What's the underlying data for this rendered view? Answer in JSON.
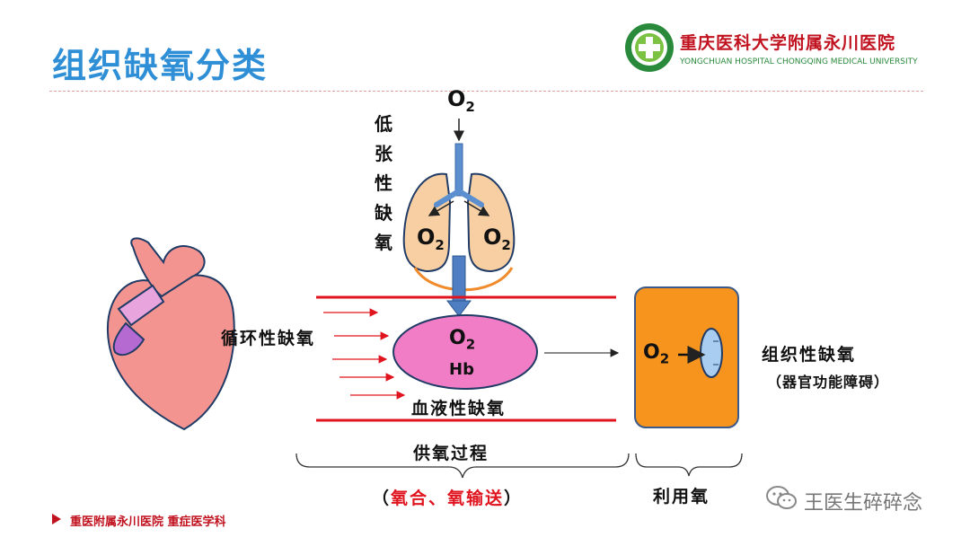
{
  "title": "组织缺氧分类",
  "hospital": {
    "name_cn": "重庆医科大学附属永川医院",
    "name_en": "YONGCHUAN HOSPITAL CHONGQING MEDICAL UNIVERSITY"
  },
  "diagram": {
    "o2_text": "O",
    "o2_sub": "2",
    "hb": "Hb",
    "hypotonic": "低张性缺氧",
    "circulatory": "循环性缺氧",
    "hemic": "血液性缺氧",
    "histogenous": "组织性缺氧",
    "organ_paren_open": "（",
    "organ_dysfunction": "器官功能障碍",
    "organ_paren_close": "）",
    "supply_process": "供氧过程",
    "supply_paren_open": "（",
    "supply_detail": "氧合、氧输送",
    "supply_paren_close": "）",
    "utilization": "利用氧"
  },
  "footer": {
    "text": "重医附属永川医院  重症医学科",
    "watermark": "王医生碎碎念"
  },
  "colors": {
    "title": "#2f8fd6",
    "hospital": "#c1121f",
    "vessel": "#e0141e",
    "lung_fill": "#f7cfa3",
    "rbc_fill": "#f07dc5",
    "heart_fill": "#f49490",
    "cell_fill": "#f7941d",
    "nucleus_fill": "#a8cdf0",
    "emphasis": "#e0141e"
  },
  "icons": [
    "heart-illustration",
    "lungs-illustration",
    "hospital-logo-icon",
    "wechat-icon",
    "triangle-bullet-icon"
  ]
}
